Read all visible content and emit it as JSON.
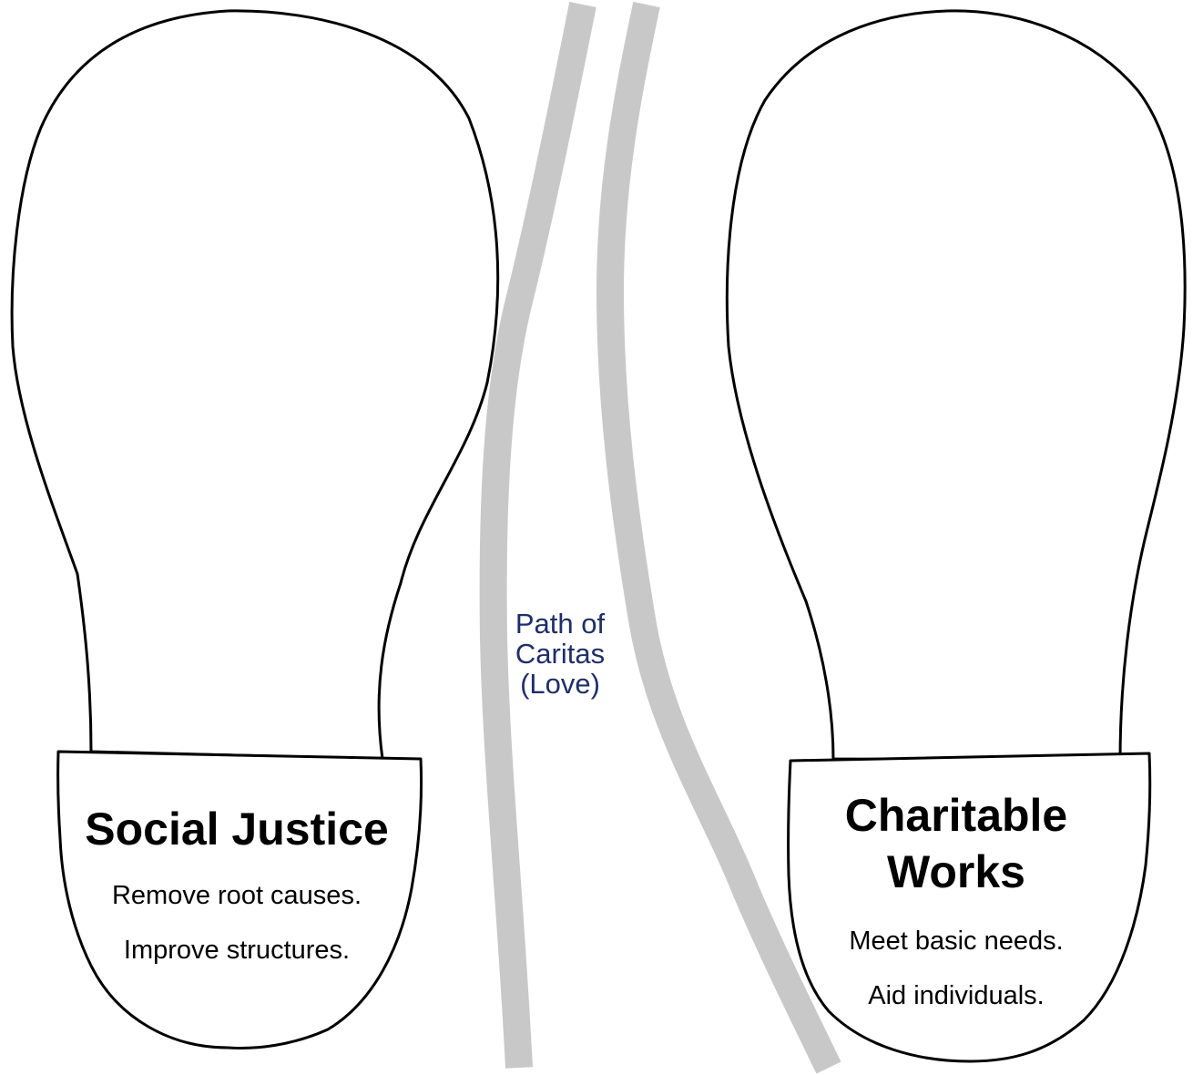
{
  "path": {
    "lines": [
      "Path of",
      "Caritas",
      "(Love)"
    ],
    "color": "#1f2f6b",
    "stripe_color": "#c8c8c8"
  },
  "left_footprint": {
    "heading": "Social Justice",
    "items": [
      "Remove root causes.",
      "Improve structures."
    ]
  },
  "right_footprint": {
    "heading_lines": [
      "Charitable",
      "Works"
    ],
    "items": [
      "Meet basic needs.",
      "Aid individuals."
    ]
  }
}
